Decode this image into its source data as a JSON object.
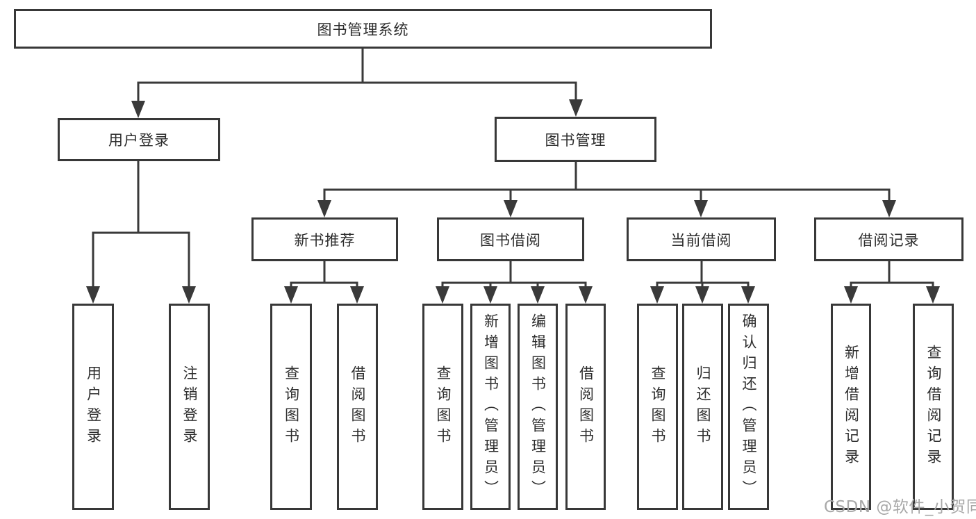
{
  "colors": {
    "line": "#3a3a3a",
    "border": "#383838",
    "text": "#2d2d2d",
    "watermark": "#a8a8a8",
    "background": "#ffffff"
  },
  "tree": {
    "root": {
      "label": "图书管理系统"
    },
    "branches": [
      {
        "label": "用户登录",
        "children": [
          {
            "label": "用户登录"
          },
          {
            "label": "注销登录"
          }
        ]
      },
      {
        "label": "图书管理",
        "children": [
          {
            "label": "新书推荐",
            "children": [
              {
                "label": "查询图书"
              },
              {
                "label": "借阅图书"
              }
            ]
          },
          {
            "label": "图书借阅",
            "children": [
              {
                "label": "查询图书"
              },
              {
                "label": "新增图书（管理员）"
              },
              {
                "label": "编辑图书（管理员）"
              },
              {
                "label": "借阅图书"
              }
            ]
          },
          {
            "label": "当前借阅",
            "children": [
              {
                "label": "查询图书"
              },
              {
                "label": "归还图书"
              },
              {
                "label": "确认归还（管理员）"
              }
            ]
          },
          {
            "label": "借阅记录",
            "children": [
              {
                "label": "新增借阅记录"
              },
              {
                "label": "查询借阅记录"
              }
            ]
          }
        ]
      }
    ]
  },
  "watermark": "CSDN @软件_小贺同学"
}
